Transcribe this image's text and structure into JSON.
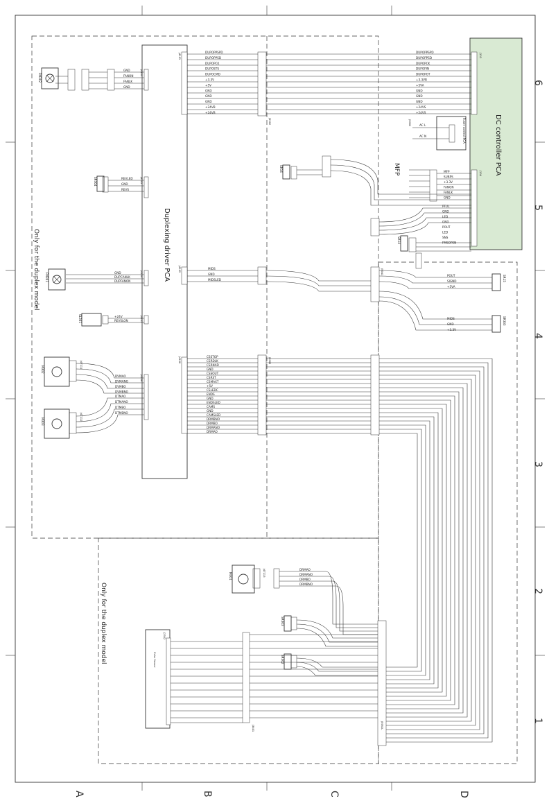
{
  "grid": {
    "columns": [
      "6",
      "5",
      "4",
      "3",
      "2",
      "1"
    ],
    "rows": [
      "A",
      "B",
      "C",
      "D"
    ]
  },
  "notes": {
    "duplex_top": "Only for the duplex model",
    "duplex_bottom": "Only for the duplex model"
  },
  "boards": {
    "dc_controller": "DC controller PCA",
    "duplex_driver": "Duplexing driver PCA",
    "color_sensor": "Color Sensor",
    "fuser_control": "Fuser control PCA",
    "mfp": "MFP"
  },
  "components": {
    "fm302": "FM302",
    "fm301": "FM301",
    "sr304": "SR304",
    "sl301": "SL301",
    "m302": "M302",
    "m303": "M303",
    "m301": "M301",
    "sr303": "SR303",
    "sr302": "SR302",
    "sr16": "SR16",
    "sr14": "SR14",
    "sr15": "SR15",
    "sr303b": "SR303",
    "j3002": "J3002"
  },
  "buses": {
    "top": {
      "signals": [
        "DUPOPPSPD",
        "DUPOPPSD",
        "DUPOPCK",
        "DUPOSTS",
        "DUPOCMD",
        "+3.3V",
        "+5V",
        "GND",
        "GND",
        "GND",
        "+24VB",
        "+24VB"
      ],
      "right_signals": [
        "DUPOPPSPD",
        "DUPOPPSD",
        "DUPOPCK",
        "DUPOPIN",
        "DUPOPOT",
        "+3.3VB",
        "+5VA",
        "GND",
        "GND",
        "GND",
        "+24VS",
        "+24VS"
      ]
    },
    "fan302": [
      "GND",
      "FANON",
      "FANLK",
      "GND"
    ],
    "sr304": [
      "REVLED",
      "GND",
      "REVS"
    ],
    "fm301": [
      "GND",
      "DUPCANLK",
      "DUPFANON"
    ],
    "sl301": [
      "+24V",
      "REVSLON"
    ],
    "m302": [
      "DVMAO",
      "DVMANO",
      "DVMBO",
      "DVMBNO"
    ],
    "m303": [
      "DTMAO",
      "DTMANO",
      "DTMBO",
      "DTMBNO"
    ],
    "center": [
      "MIDS",
      "GND",
      "MIDSLED"
    ],
    "bottom": [
      "CSSTOP",
      "CSRDLK",
      "CSRNAD",
      "GND",
      "CSSOUT",
      "CSRST",
      "CSMAXT",
      "+5V",
      "CSLEDC",
      "ENDS",
      "GND",
      "ENDSLED",
      "CAMS",
      "GND",
      "CAMSLED",
      "DRMBNO",
      "DRMBO",
      "DRMANO",
      "DRMAO"
    ],
    "m301": [
      "DRMAO",
      "DRMANO",
      "DRMBO",
      "DRMBNO"
    ],
    "mfp": [
      "MFP",
      "SUBPS",
      "+3.3V",
      "FANON",
      "FANLK",
      "GND"
    ],
    "dc_right": [
      "PFUL",
      "GND",
      "LED",
      "GND",
      "POUT",
      "LED",
      "SNS",
      "FMSOPEN"
    ],
    "sr15": [
      "POUT",
      "SIGND",
      "+5VA"
    ],
    "sr303": [
      "MIDS",
      "GND",
      "+3.3V"
    ],
    "fuser": [
      "AC L",
      "AC N"
    ]
  },
  "connectors": {
    "j4101": "J4101",
    "j4103": "J4103",
    "j4105": "J4105",
    "j4104": "J4104",
    "j4102": "J4102",
    "j4106": "J4106",
    "j4108": "J4108",
    "j4107": "J4107",
    "j133": "J133",
    "j134": "J134",
    "j5951l": "J5951L",
    "j5902": "J5902",
    "j3401": "J3401",
    "j2302": "J2302",
    "j47211": "J47211",
    "j47212": "J47212",
    "j47213": "J47213",
    "j3006": "J3006",
    "j5941": "J5941"
  }
}
